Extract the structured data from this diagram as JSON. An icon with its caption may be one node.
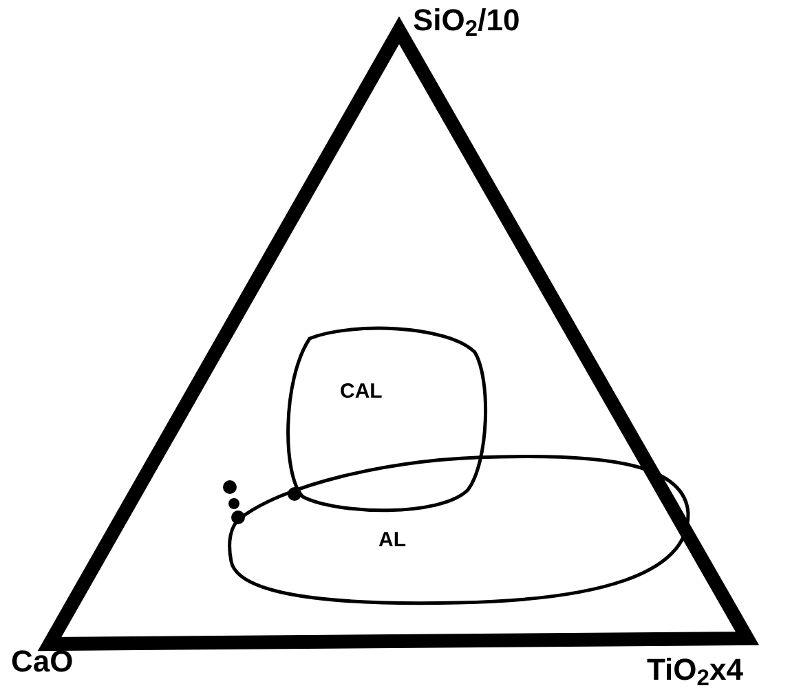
{
  "diagram": {
    "nodes": [
      {
        "text": [
          "CAL"
        ]
      },
      {
        "text": [
          "AL"
        ]
      }
    ],
    "edges": [],
    "labels": [
      "SiO$_{2}$/10",
      "CaO",
      "TiO$_{2}$x4"
    ]
  }
}
